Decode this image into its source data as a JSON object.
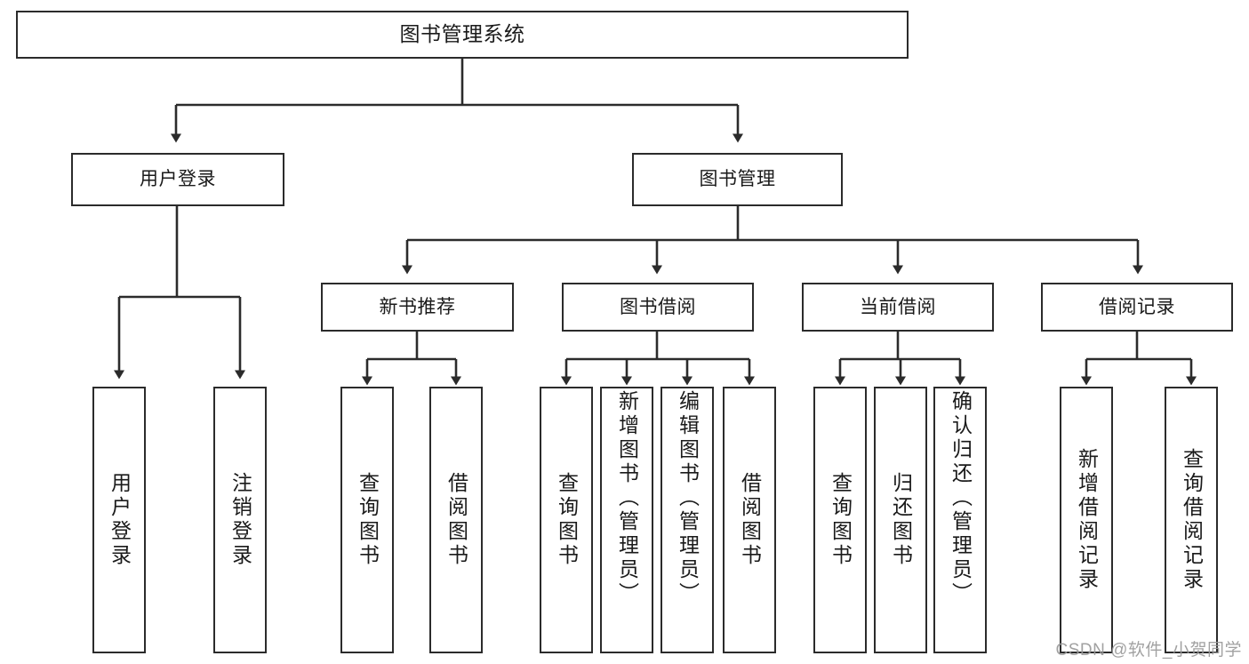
{
  "diagram": {
    "type": "hierarchy-tree",
    "title": "图书管理系统",
    "stroke_color": "#2b2b2b",
    "fill_color": "#ffffff",
    "text_color": "#1a1a1a",
    "watermark": "CSDN @软件_小贺同学",
    "nodes": {
      "root": {
        "label": "图书管理系统"
      },
      "level1": [
        {
          "id": "user-login",
          "label": "用户登录"
        },
        {
          "id": "book-manage",
          "label": "图书管理"
        }
      ],
      "level2": [
        {
          "id": "new-book-recommend",
          "label": "新书推荐"
        },
        {
          "id": "book-borrow",
          "label": "图书借阅"
        },
        {
          "id": "current-borrow",
          "label": "当前借阅"
        },
        {
          "id": "borrow-record",
          "label": "借阅记录"
        }
      ],
      "leaves": [
        {
          "id": "leaf-user-login",
          "label": "用户登录",
          "parent": "user-login"
        },
        {
          "id": "leaf-user-logout",
          "label": "注销登录",
          "parent": "user-login"
        },
        {
          "id": "leaf-query-book-1",
          "label": "查询图书",
          "parent": "new-book-recommend"
        },
        {
          "id": "leaf-borrow-book-1",
          "label": "借阅图书",
          "parent": "new-book-recommend"
        },
        {
          "id": "leaf-query-book-2",
          "label": "查询图书",
          "parent": "book-borrow"
        },
        {
          "id": "leaf-add-book",
          "label": "新增图书（管理员）",
          "parent": "book-borrow"
        },
        {
          "id": "leaf-edit-book",
          "label": "编辑图书（管理员）",
          "parent": "book-borrow"
        },
        {
          "id": "leaf-borrow-book-2",
          "label": "借阅图书",
          "parent": "book-borrow"
        },
        {
          "id": "leaf-query-book-3",
          "label": "查询图书",
          "parent": "current-borrow"
        },
        {
          "id": "leaf-return-book",
          "label": "归还图书",
          "parent": "current-borrow"
        },
        {
          "id": "leaf-confirm-return",
          "label": "确认归还（管理员）",
          "parent": "current-borrow"
        },
        {
          "id": "leaf-add-record",
          "label": "新增借阅记录",
          "parent": "borrow-record"
        },
        {
          "id": "leaf-query-record",
          "label": "查询借阅记录",
          "parent": "borrow-record"
        }
      ]
    }
  }
}
